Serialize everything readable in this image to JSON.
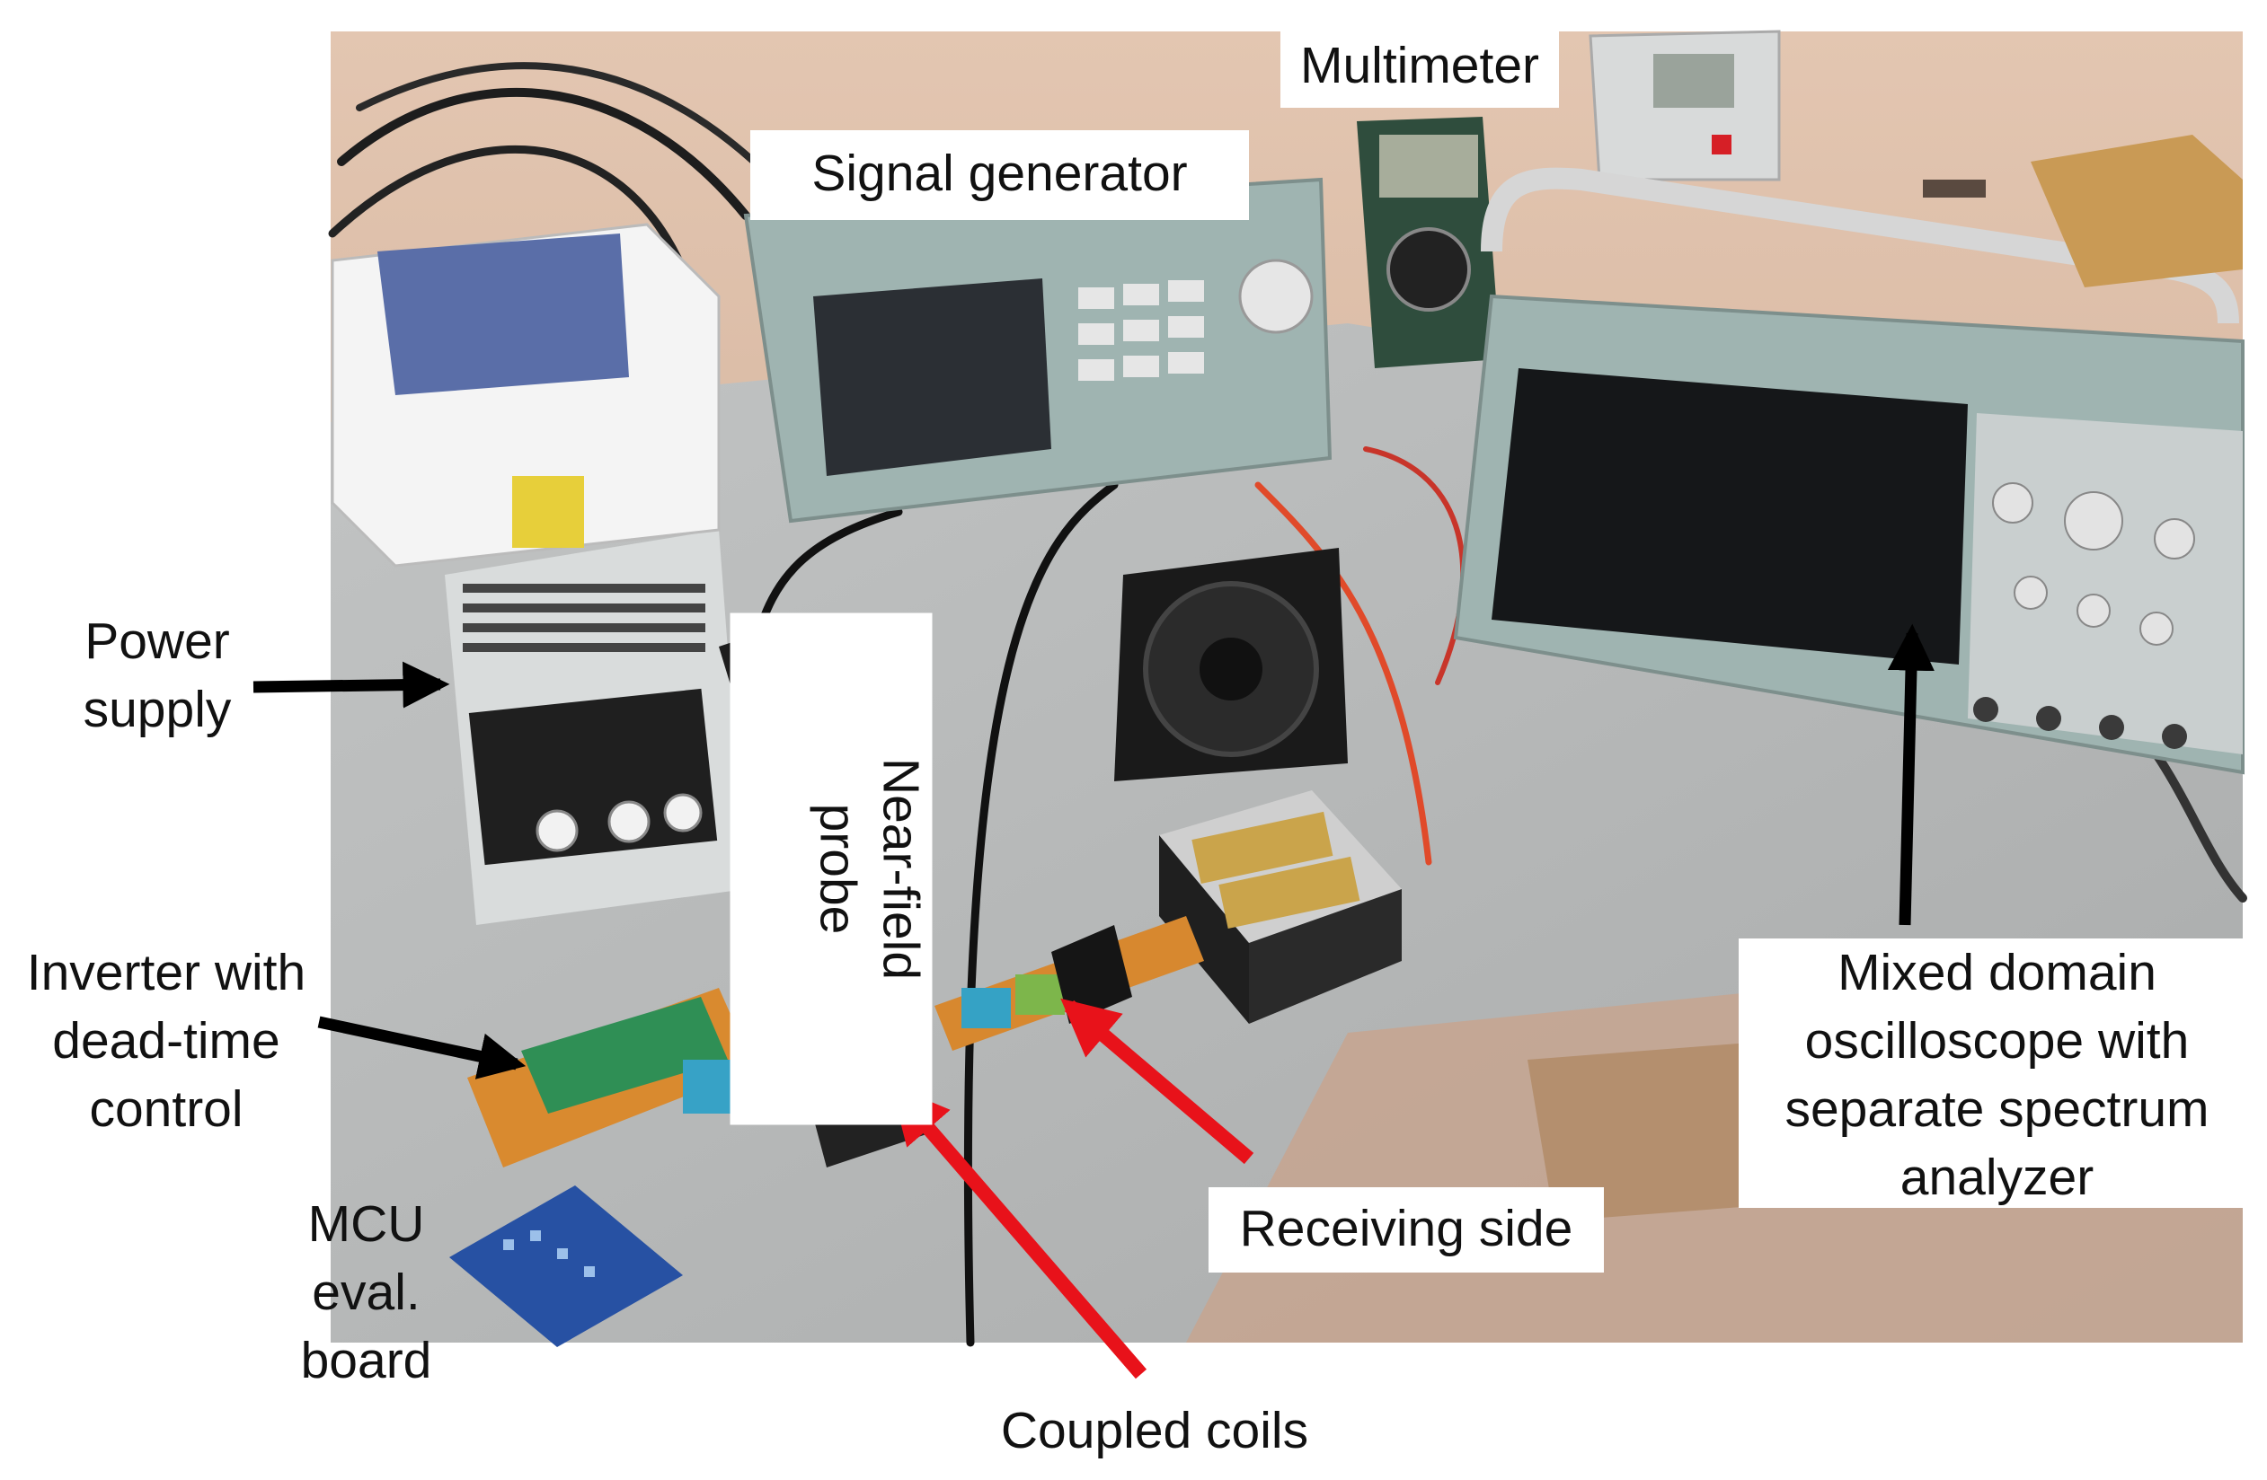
{
  "labels": {
    "multimeter": "Multimeter",
    "signal_generator": "Signal generator",
    "power_supply": [
      "Power",
      "supply"
    ],
    "near_field_probe": [
      "Near-",
      "field",
      "probe"
    ],
    "inverter": [
      "Inverter with",
      "dead-time",
      "control"
    ],
    "mcu": [
      "MCU",
      "eval.",
      "board"
    ],
    "receiving_side": "Receiving side",
    "coupled_coils": "Coupled coils",
    "oscilloscope": [
      "Mixed domain",
      "oscilloscope with",
      "separate spectrum",
      "analyzer"
    ]
  },
  "colors": {
    "arrow_black": "#000000",
    "arrow_red": "#e8121a",
    "table": "#b4b6b6",
    "wall": "#d9b9a4",
    "instrument_teal": "#9fb4b1",
    "label_background": "#ffffff"
  },
  "icons": {
    "arrows": [
      "black-arrow",
      "red-arrow"
    ]
  }
}
